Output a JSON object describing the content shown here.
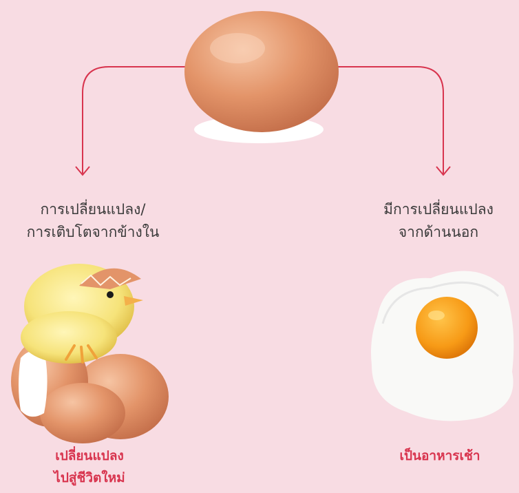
{
  "left_branch": {
    "label_lines": [
      "การเปลี่ยนแปลง/",
      "การเติบโตจากข้างใน"
    ],
    "caption_lines": [
      "เปลี่ยนแปลง",
      "ไปสู่ชีวิตใหม่"
    ]
  },
  "right_branch": {
    "label_lines": [
      "มีการเปลี่ยนแปลง",
      "จากด้านนอก"
    ],
    "caption_lines": [
      "เป็นอาหารเช้า"
    ]
  },
  "colors": {
    "background": "#f8dce3",
    "arrow": "#d8344e",
    "caption": "#d8344e",
    "egg_shell": "#e39469"
  },
  "icons": {
    "center": "brown-egg-icon",
    "left": "hatching-chick-icon",
    "right": "fried-egg-icon"
  }
}
